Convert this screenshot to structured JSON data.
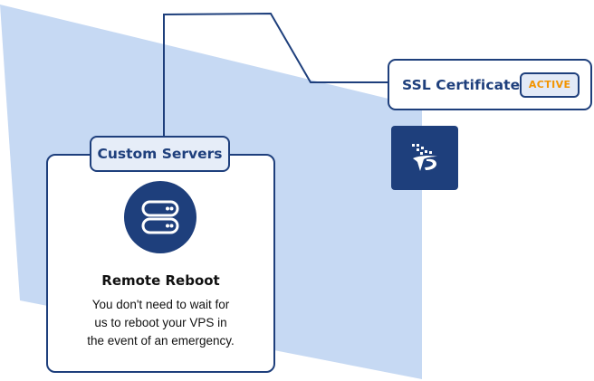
{
  "ssl": {
    "title": "SSL Certificate",
    "status": "ACTIVE"
  },
  "brand": {
    "logo_icon": "vps-logo-icon"
  },
  "server": {
    "tab_label": "Custom Servers",
    "icon": "server-icon",
    "feature_title": "Remote Reboot",
    "feature_desc_lines": [
      "You don't need to wait for",
      "us to reboot your VPS in",
      "the event of an emergency."
    ]
  },
  "colors": {
    "navy": "#1e3f7c",
    "light_blue": "#c6d9f3",
    "orange": "#f29400"
  }
}
